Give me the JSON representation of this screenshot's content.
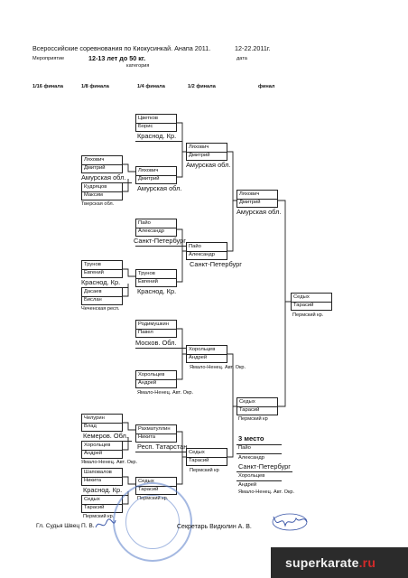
{
  "header": {
    "title": "Всероссийские соревнования по Киокусинкай. Анапа 2011.",
    "date_value": "12-22.2011г.",
    "event_label": "Мероприятие",
    "category_value": "12-13 лет до 50 кг.",
    "date_label": "дата",
    "category_label": "категория"
  },
  "rounds": {
    "r16": "1/16 финала",
    "r8": "1/8 финала",
    "r4": "1/4 финала",
    "r2": "1/2 финала",
    "final": "финал"
  },
  "bracket": {
    "r8": [
      {
        "line1": "Ляхович",
        "line2": "Дмитрий",
        "region": "Амурская обл."
      },
      {
        "line1": "Кудряцов",
        "line2": "Максим",
        "region": "Тверская обл."
      },
      {
        "line1": "Трунов",
        "line2": "Евгений",
        "region": "Краснод. Кр."
      },
      {
        "line1": "Дасаев",
        "line2": "Бислан",
        "region": "Чеченская респ."
      },
      {
        "line1": "Челурин",
        "line2": "Влад",
        "region": "Кемеров. Обл."
      },
      {
        "line1": "Хорольцев",
        "line2": "Андрей",
        "region": "Ямало-Ненец. Авт. Окр."
      },
      {
        "line1": "Шаповалов",
        "line2": "Никита",
        "region": "Краснод. Кр."
      },
      {
        "line1": "Седых",
        "line2": "Тарасий",
        "region": "Пермский кр."
      }
    ],
    "qf": [
      {
        "line1": "Цветков",
        "line2": "Борис",
        "region": "Краснод. Кр."
      },
      {
        "line1": "Ляхович",
        "line2": "Дмитрий",
        "region": "Амурская обл."
      },
      {
        "line1": "Пайо",
        "line2": "Александр",
        "region": "Санкт-Петербург"
      },
      {
        "line1": "Трунов",
        "line2": "Евгений",
        "region": "Краснод. Кр."
      },
      {
        "line1": "Родимушкин",
        "line2": "Павел",
        "region": "Москов. Обл."
      },
      {
        "line1": "Хорольцев",
        "line2": "Андрей",
        "region": "Ямало-Ненец. Авт. Окр."
      },
      {
        "line1": "Рахматуллин",
        "line2": "Никита",
        "region": "Респ. Татарстан"
      },
      {
        "line1": "Седых",
        "line2": "Тарасий",
        "region": "Пермский кр."
      }
    ],
    "sf": [
      {
        "line1": "Ляхович",
        "line2": "Дмитрий",
        "region": "Амурская обл."
      },
      {
        "line1": "Пайо",
        "line2": "Александр",
        "region": "Санкт-Петербург"
      },
      {
        "line1": "Хорольцев",
        "line2": "Андрей",
        "region": "Ямало-Ненец. Авт. Окр."
      },
      {
        "line1": "Седых",
        "line2": "Тарасий",
        "region": "Пермский кр"
      }
    ],
    "f": [
      {
        "line1": "Ляхович",
        "line2": "Дмитрий",
        "region": "Амурская обл."
      },
      {
        "line1": "Седых",
        "line2": "Тарасий",
        "region": "Пермский кр"
      }
    ],
    "winner": {
      "line1": "Седых",
      "line2": "Тарасий",
      "region": "Пермский кр."
    }
  },
  "third_place": {
    "label": "3 место",
    "p1_name1": "Пайо",
    "p1_name2": "Александр",
    "p1_region": "Санкт-Петербург",
    "p2_name1": "Хорольцев",
    "p2_name2": "Андрей",
    "p2_region": "Ямало-Ненец. Авт. Окр."
  },
  "footer": {
    "chief_judge": "Гл. Судья   Швец П. В.",
    "secretary": "Секретарь  Видюлин А. В."
  },
  "watermark": {
    "brand": "superkarate",
    "tld": ".ru"
  },
  "colors": {
    "ink": "#111111",
    "stamp": "#5a7fc9",
    "watermark_bg": "#2b2b2b",
    "watermark_accent": "#d32a2a"
  }
}
